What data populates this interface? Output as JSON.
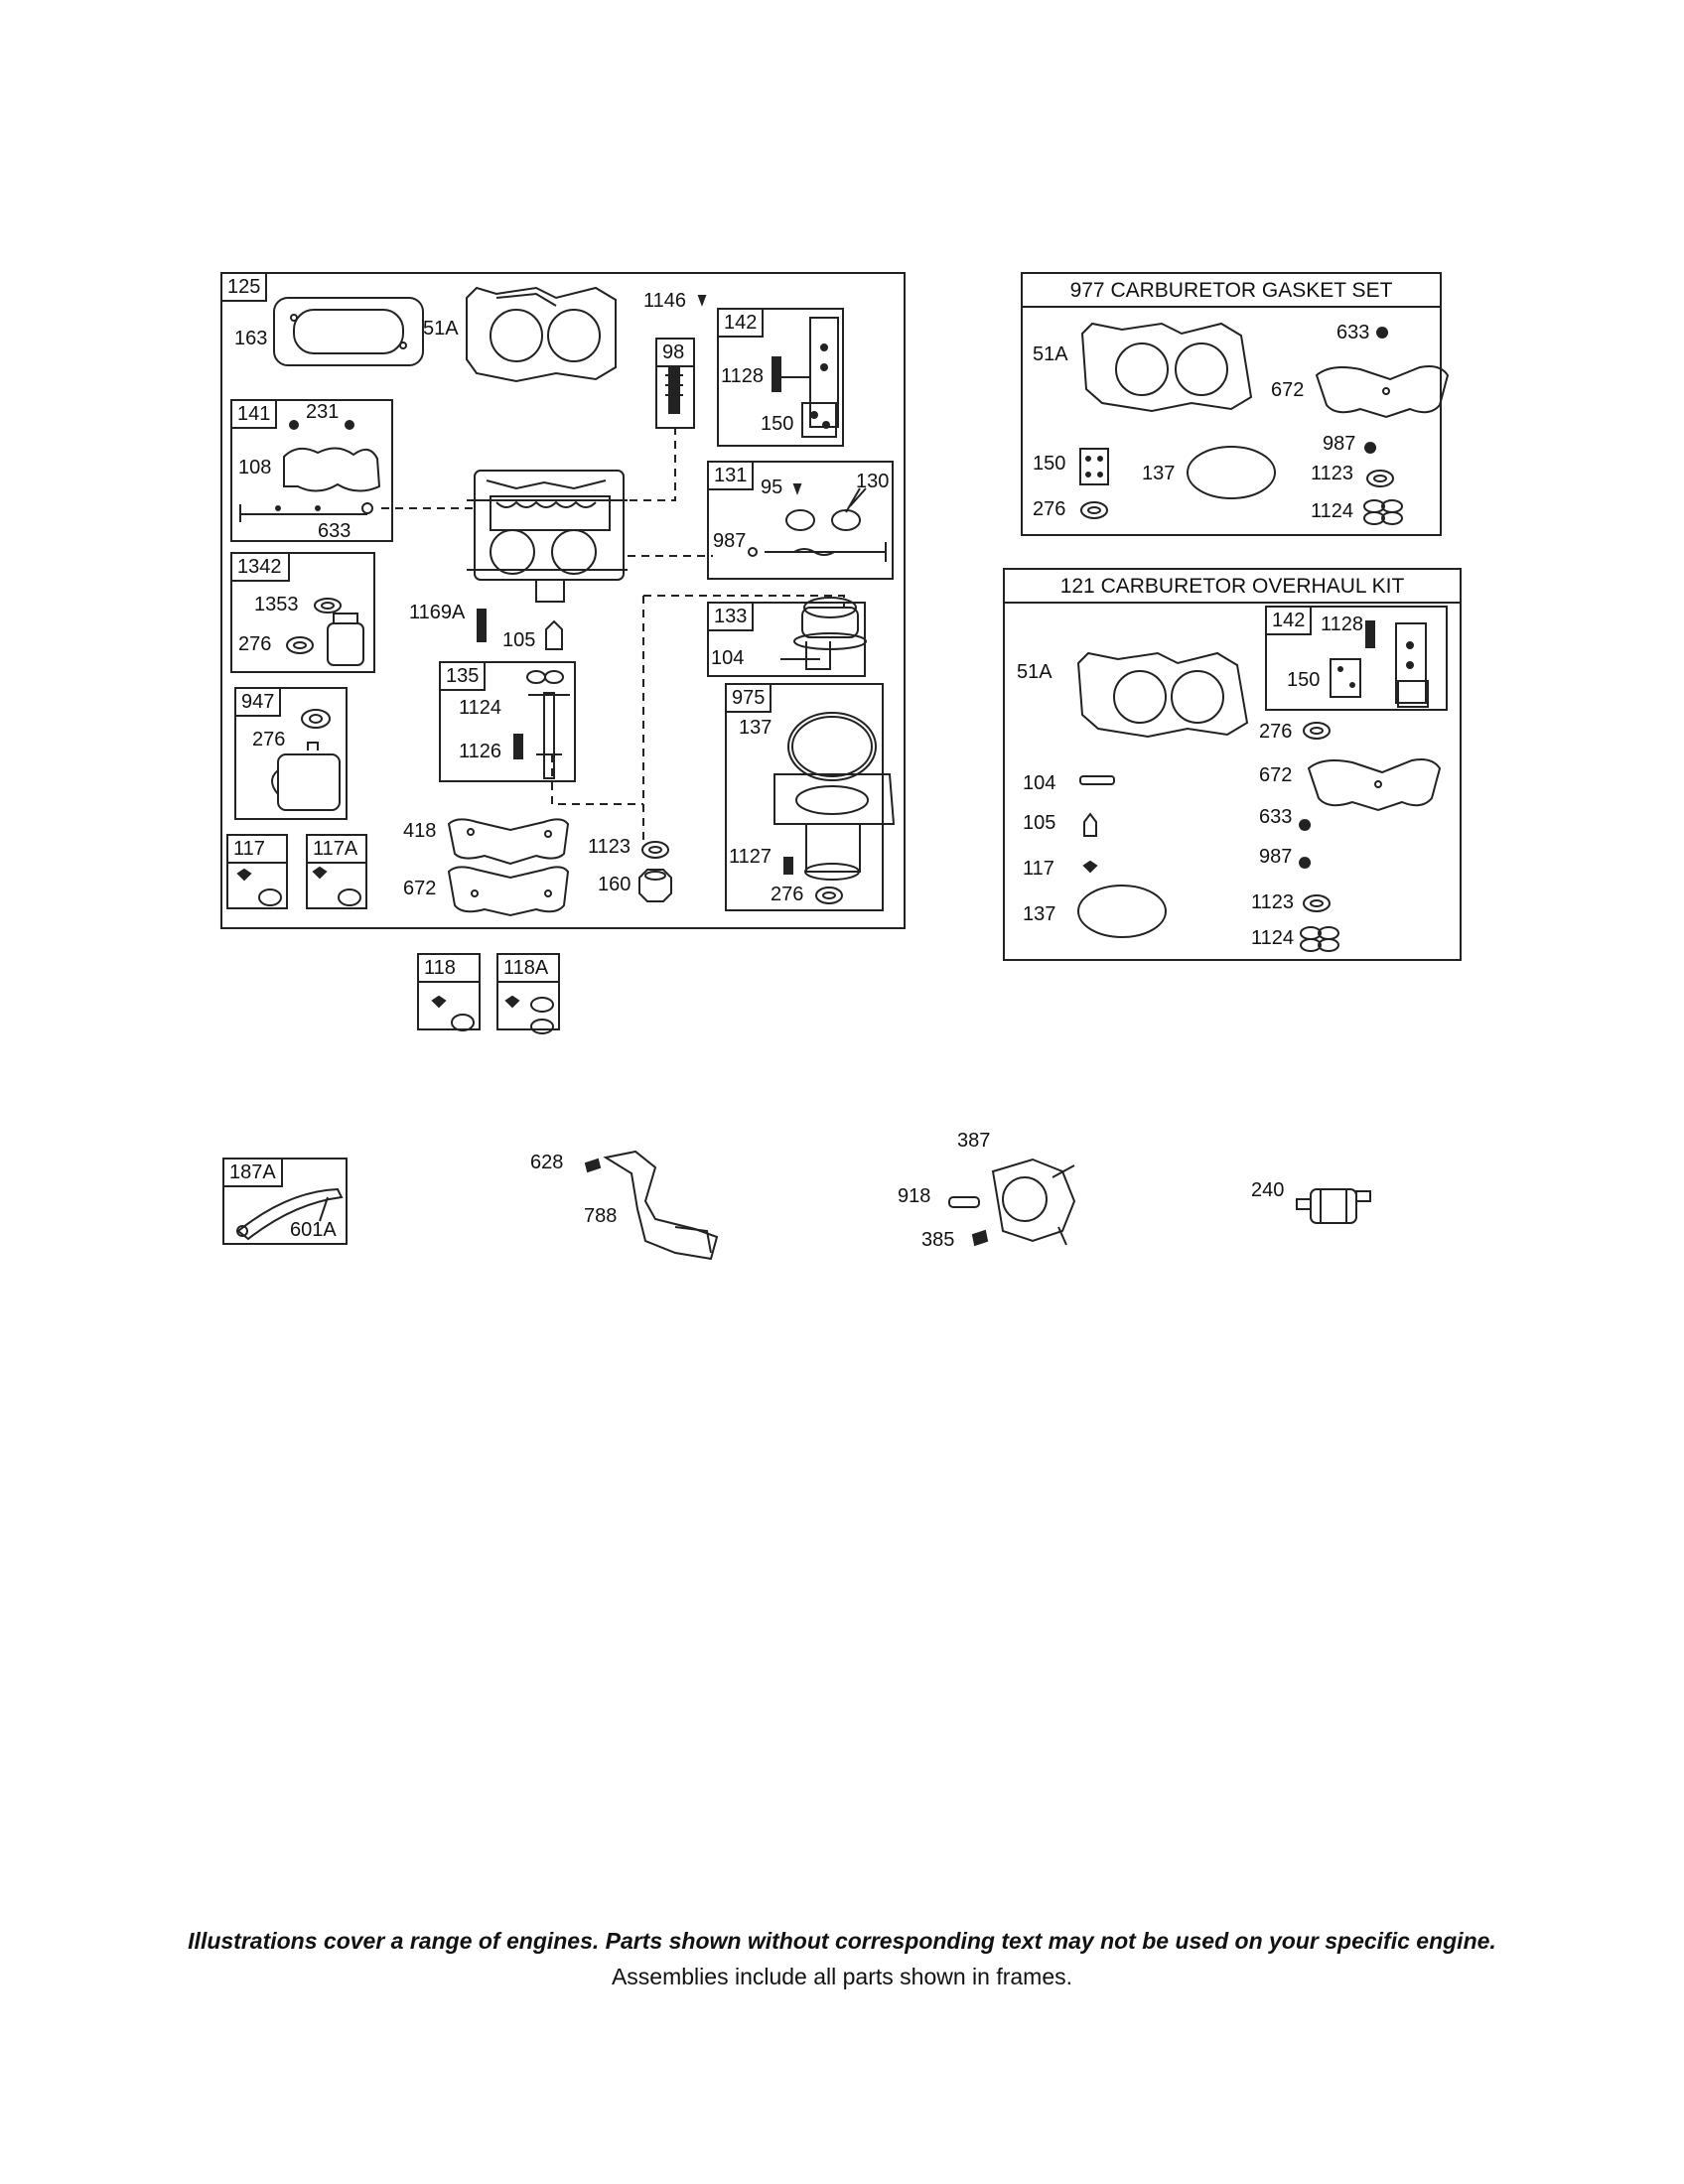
{
  "labels": {
    "main_125": "125",
    "main_163": "163",
    "main_51a": "51A",
    "main_1146": "1146",
    "g141": "141",
    "g141_231": "231",
    "g141_108": "108",
    "g141_633": "633",
    "g98": "98",
    "g142": "142",
    "g142_1128": "1128",
    "g142_150": "150",
    "g131": "131",
    "g131_95": "95",
    "g131_130": "130",
    "g131_987": "987",
    "g1342": "1342",
    "g1342_1353": "1353",
    "g1342_276": "276",
    "p1169a": "1169A",
    "p105": "105",
    "g133": "133",
    "g133_104": "104",
    "g135": "135",
    "g135_1124": "1124",
    "g135_1126": "1126",
    "g947": "947",
    "g947_276": "276",
    "g975": "975",
    "g975_137": "137",
    "g975_1127": "1127",
    "g975_276": "276",
    "g117": "117",
    "g117a": "117A",
    "p418": "418",
    "p672": "672",
    "p1123": "1123",
    "p160": "160",
    "g118": "118",
    "g118a": "118A",
    "g187a": "187A",
    "g187a_601a": "601A",
    "p628": "628",
    "p788": "788",
    "p387": "387",
    "p918": "918",
    "p385": "385",
    "p240": "240"
  },
  "gasket_set": {
    "title": "977 CARBURETOR GASKET SET",
    "l51a": "51A",
    "l633": "633",
    "l672": "672",
    "l987": "987",
    "l150": "150",
    "l137": "137",
    "l1123": "1123",
    "l276": "276",
    "l1124": "1124"
  },
  "overhaul_kit": {
    "title": "121 CARBURETOR OVERHAUL KIT",
    "l142": "142",
    "l1128": "1128",
    "l51a": "51A",
    "l150": "150",
    "l276": "276",
    "l104": "104",
    "l672": "672",
    "l105": "105",
    "l633": "633",
    "l117": "117",
    "l987": "987",
    "l137": "137",
    "l1123": "1123",
    "l1124": "1124"
  },
  "footer": {
    "line1": "Illustrations cover a range of engines. Parts shown without corresponding text may not be used on your specific engine.",
    "line2": "Assemblies include all parts shown in frames."
  }
}
